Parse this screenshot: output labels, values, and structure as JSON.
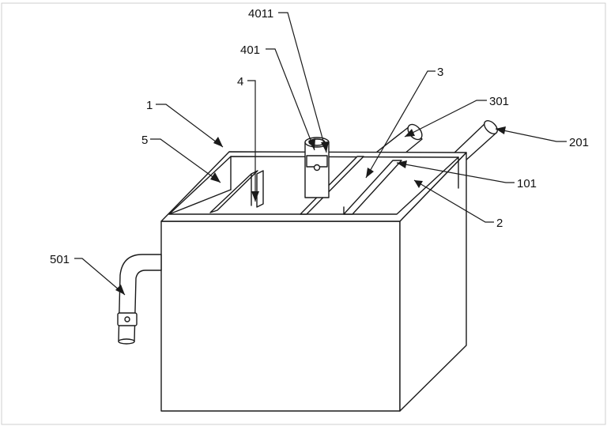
{
  "labels": {
    "l1": "1",
    "l2": "2",
    "l3": "3",
    "l4": "4",
    "l5": "5",
    "l101": "101",
    "l201": "201",
    "l301": "301",
    "l401": "401",
    "l4011": "4011",
    "l501": "501"
  }
}
